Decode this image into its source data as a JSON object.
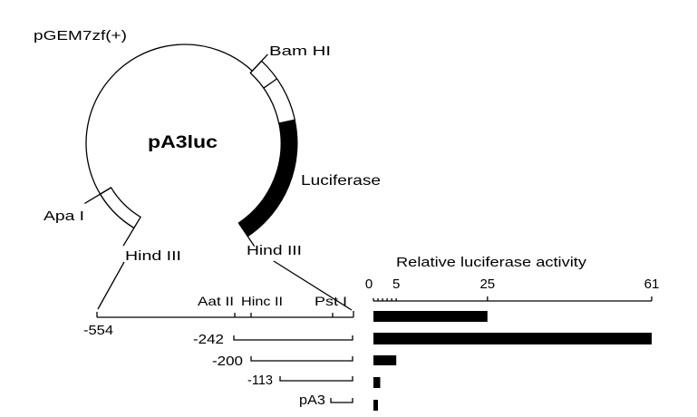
{
  "colors": {
    "ink": "#000000",
    "background": "#ffffff"
  },
  "plasmid": {
    "vector_label": "pGEM7zf(+)",
    "name": "pA3luc",
    "gene_label": "Luciferase",
    "sites": {
      "bam_hi": "Bam HI",
      "apa_i": "Apa I",
      "hind_iii_left": "Hind III",
      "hind_iii_right": "Hind III"
    }
  },
  "promoter_map": {
    "sites": {
      "aat_ii": "Aat II",
      "hinc_ii": "Hinc II",
      "pst_i": "Pst I"
    },
    "constructs": [
      {
        "label": "-554"
      },
      {
        "label": "-242"
      },
      {
        "label": "-200"
      },
      {
        "label": "-113"
      },
      {
        "label": "pA3"
      }
    ]
  },
  "chart_data": {
    "type": "bar",
    "orientation": "horizontal",
    "title": "Relative luciferase activity",
    "xlabel": "Relative luciferase activity",
    "ylabel": "",
    "categories": [
      "-554",
      "-242",
      "-200",
      "-113",
      "pA3"
    ],
    "values": [
      25,
      61,
      5,
      1.5,
      1
    ],
    "ticks": [
      0,
      5,
      25,
      61
    ],
    "tick_labels": [
      "0",
      "5",
      "25",
      "61"
    ],
    "xlim": [
      0,
      61
    ],
    "grid": false,
    "legend": null
  }
}
